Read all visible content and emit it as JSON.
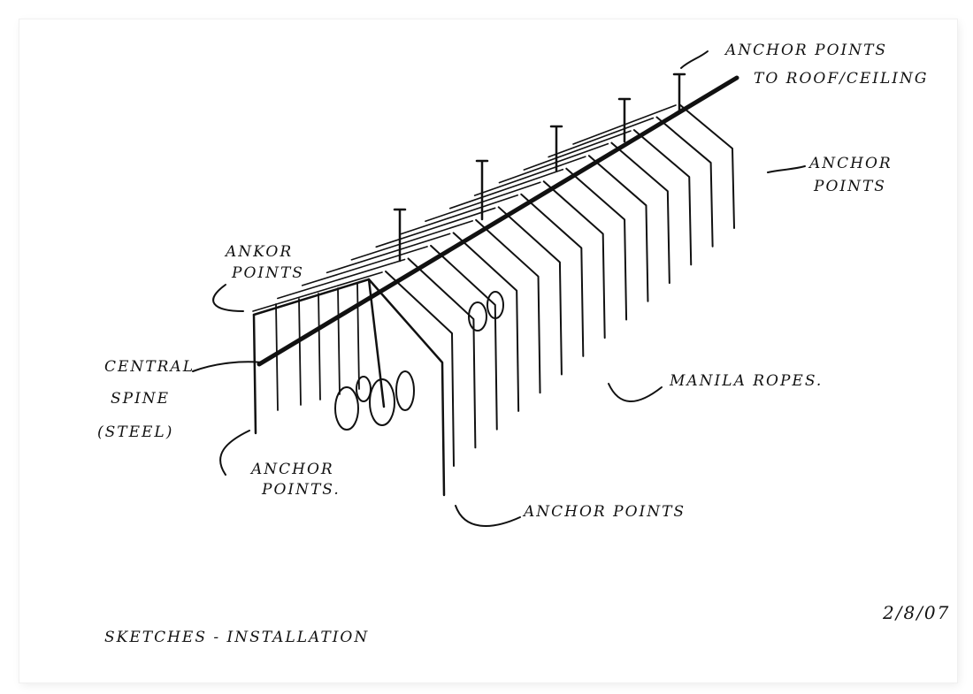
{
  "labels": {
    "roof_anchor_line1": "Anchor points",
    "roof_anchor_line2": "to roof/ceiling",
    "right_anchor_line1": "Anchor",
    "right_anchor_line2": "points",
    "left_anchor_line1": "Ankor",
    "left_anchor_line2": "points",
    "spine_line1": "Central",
    "spine_line2": "Spine",
    "spine_line3": "(Steel)",
    "bottom_left_anchor_line1": "Anchor",
    "bottom_left_anchor_line2": "points.",
    "manila_ropes": "Manila ropes.",
    "bottom_anchor": "Anchor points",
    "caption": "Sketches - Installation",
    "date": "2/8/07"
  }
}
